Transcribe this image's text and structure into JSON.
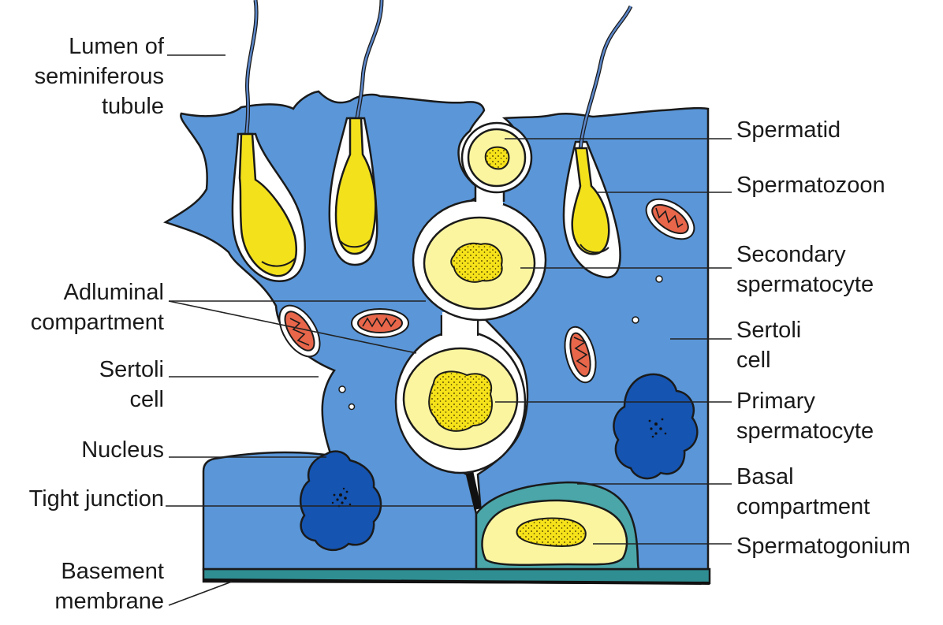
{
  "colors": {
    "sertoli": "#5a96d8",
    "sertoli_outline": "#1a1a1a",
    "lumen": "#ffffff",
    "germ_cell": "#fcf5a0",
    "nucleus_yellow": "#f6e21a",
    "sperm_head": "#f3e11c",
    "tail": "#5b86c8",
    "sertoli_nucleus": "#1554b0",
    "mitochondria": "#e8664a",
    "basal_teal": "#4aa6a8",
    "basement": "#2f8e92"
  },
  "labels": {
    "lumen": [
      "Lumen of",
      "seminiferous",
      "tubule"
    ],
    "adluminal": [
      "Adluminal",
      "compartment"
    ],
    "sertoli_left": [
      "Sertoli",
      "cell"
    ],
    "nucleus": [
      "Nucleus"
    ],
    "tight_junction": [
      "Tight junction"
    ],
    "basement": [
      "Basement",
      "membrane"
    ],
    "spermatid": [
      "Spermatid"
    ],
    "spermatozoon": [
      "Spermatozoon"
    ],
    "secondary": [
      "Secondary",
      "spermatocyte"
    ],
    "sertoli_right": [
      "Sertoli",
      "cell"
    ],
    "primary": [
      "Primary",
      "spermatocyte"
    ],
    "basal": [
      "Basal",
      "compartment"
    ],
    "spermatogonium": [
      "Spermatogonium"
    ]
  }
}
